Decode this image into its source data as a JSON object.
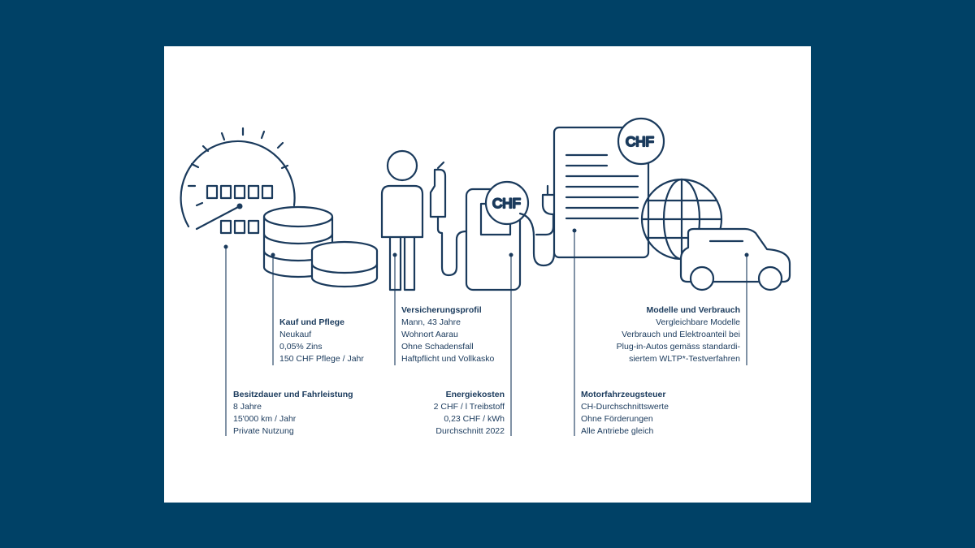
{
  "icons": {
    "fuel_chf": "CHF",
    "document_chf": "CHF"
  },
  "blocks": {
    "kauf": {
      "title": "Kauf und Pflege",
      "lines": [
        "Neukauf",
        "0,05% Zins",
        "150 CHF Pflege / Jahr"
      ]
    },
    "besitz": {
      "title": "Besitzdauer und Fahrleistung",
      "lines": [
        "8 Jahre",
        "15'000 km / Jahr",
        "Private Nutzung"
      ]
    },
    "versicherung": {
      "title": "Versicherungsprofil",
      "lines": [
        "Mann, 43 Jahre",
        "Wohnort Aarau",
        "Ohne Schadensfall",
        "Haftpflicht und Vollkasko"
      ]
    },
    "energie": {
      "title": "Energiekosten",
      "lines": [
        "2 CHF / l Treibstoff",
        "0,23 CHF / kWh",
        "Durchschnitt 2022"
      ]
    },
    "steuer": {
      "title": "Motorfahrzeugsteuer",
      "lines": [
        "CH-Durchschnittswerte",
        "Ohne Förderungen",
        "Alle Antriebe gleich"
      ]
    },
    "modelle": {
      "title": "Modelle und Verbrauch",
      "lines": [
        "Vergleichbare Modelle",
        "Verbrauch und Elektroanteil bei",
        "Plug-in-Autos gemäss standardi-",
        "siertem WLTP*-Testverfahren"
      ]
    }
  },
  "colors": {
    "background": "#004166",
    "card": "#ffffff",
    "ink": "#1a3a5c"
  }
}
